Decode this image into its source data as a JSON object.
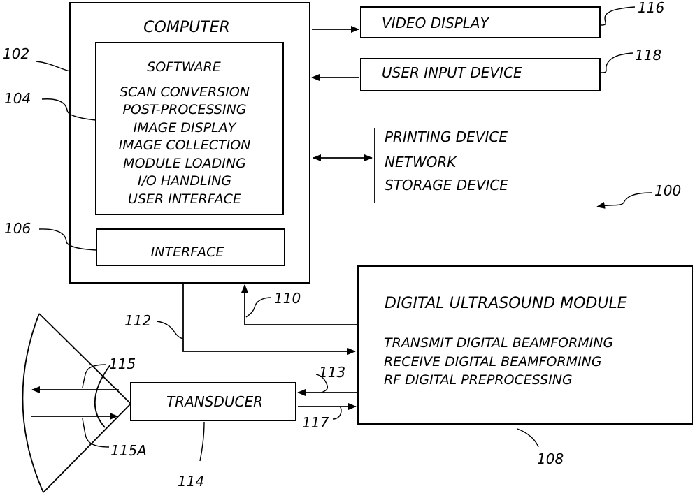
{
  "computer": {
    "title": "COMPUTER",
    "software": {
      "heading": "SOFTWARE",
      "items": [
        "SCAN CONVERSION",
        "POST-PROCESSING",
        "IMAGE DISPLAY",
        "IMAGE COLLECTION",
        "MODULE LOADING",
        "I/O HANDLING",
        "USER INTERFACE"
      ]
    },
    "interface_label": "INTERFACE"
  },
  "video_display": {
    "label": "VIDEO DISPLAY"
  },
  "user_input_device": {
    "label": "USER INPUT DEVICE"
  },
  "peripherals": [
    "PRINTING DEVICE",
    "NETWORK",
    "STORAGE DEVICE"
  ],
  "ultrasound_module": {
    "title": "DIGITAL ULTRASOUND MODULE",
    "items": [
      "TRANSMIT DIGITAL BEAMFORMING",
      "RECEIVE DIGITAL BEAMFORMING",
      "RF DIGITAL PREPROCESSING"
    ]
  },
  "transducer": {
    "label": "TRANSDUCER"
  },
  "refs": {
    "r100": "100",
    "r102": "102",
    "r104": "104",
    "r106": "106",
    "r108": "108",
    "r110": "110",
    "r112": "112",
    "r113": "113",
    "r114": "114",
    "r115": "115",
    "r115a": "115A",
    "r116": "116",
    "r117": "117",
    "r118": "118"
  }
}
